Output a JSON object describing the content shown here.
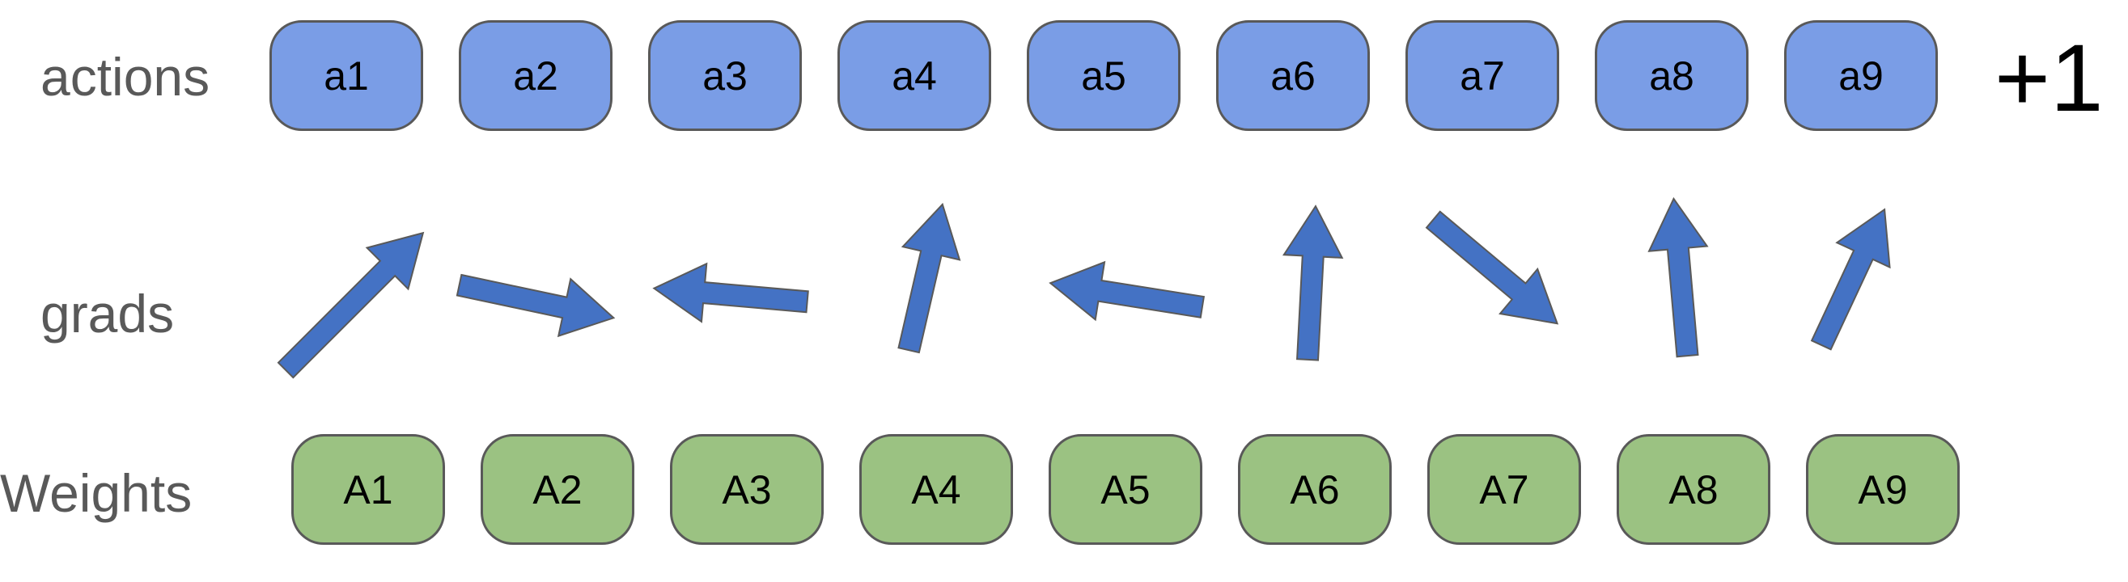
{
  "labels": {
    "actions": "actions",
    "grads": "grads",
    "weights": "Weights"
  },
  "actions": [
    "a1",
    "a2",
    "a3",
    "a4",
    "a5",
    "a6",
    "a7",
    "a8",
    "a9"
  ],
  "weights": [
    "A1",
    "A2",
    "A3",
    "A4",
    "A5",
    "A6",
    "A7",
    "A8",
    "A9"
  ],
  "plus_label": "+1",
  "grad_directions_deg": [
    -45,
    12,
    -175,
    -77,
    -171,
    -87,
    40,
    -95,
    -65
  ],
  "colors": {
    "action_fill": "#7a9de6",
    "weight_fill": "#9bc282",
    "arrow_fill": "#4472c4",
    "border": "#595959",
    "label_text": "#595959"
  }
}
